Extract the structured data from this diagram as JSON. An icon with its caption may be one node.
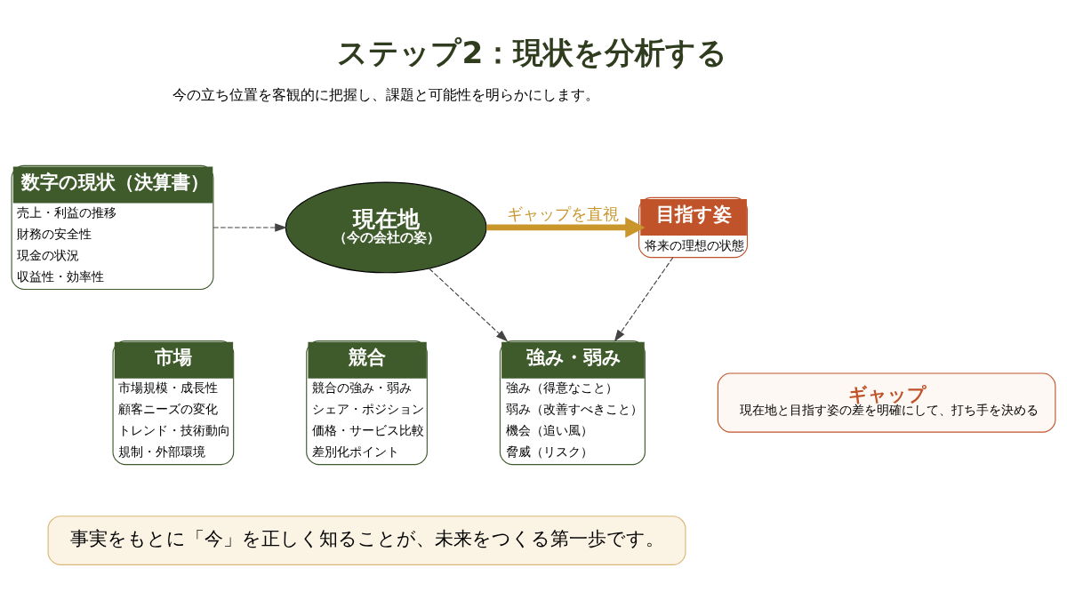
{
  "diagram": {
    "title": "ステップ2：現状を分析する",
    "nodes": [
      {
        "text": [
          "数字の現状（決算書）",
          "売上・利益の推移",
          "財務の安全性",
          "現金の状況",
          "収益性・効率性"
        ]
      },
      {
        "text": [
          "現在地",
          "（今の会社の姿）"
        ]
      },
      {
        "text": [
          "目指す姿",
          "将来の理想の状態"
        ]
      },
      {
        "text": [
          "ギャップ",
          "現在地と目指す姿の差を明確にして、打ち手を決める"
        ]
      },
      {
        "text": [
          "市場",
          "市場規模・成長性",
          "顧客ニーズの変化",
          "トレンド・技術動向",
          "規制・外部環境"
        ]
      },
      {
        "text": [
          "競合",
          "競合の強み・弱み",
          "シェア・ポジション",
          "価格・サービス比較",
          "差別化ポイント"
        ]
      },
      {
        "text": [
          "強み・弱み",
          "強み（得意なこと）",
          "弱み（改善すべきこと）",
          "機会（追い風）",
          "脅威（リスク）"
        ]
      },
      {
        "text": [
          "事実をもとに「今」を正しく知ることが、未来をつくる第一歩です。"
        ]
      }
    ],
    "edges": [
      {
        "from": 0,
        "to": 1,
        "arrow": "to",
        "style": "dashed"
      },
      {
        "from": 1,
        "to": 2,
        "arrow": "to",
        "label": "ギャップを直視",
        "style": "thick",
        "color": "#c9962c"
      },
      {
        "from": 1,
        "to": 6,
        "arrow": "to",
        "style": "dashed"
      },
      {
        "from": 2,
        "to": 6,
        "arrow": "to",
        "style": "dashed"
      }
    ],
    "labels": [
      "今の立ち位置を客観的に把握し、課題と可能性を明らかにします。"
    ]
  }
}
